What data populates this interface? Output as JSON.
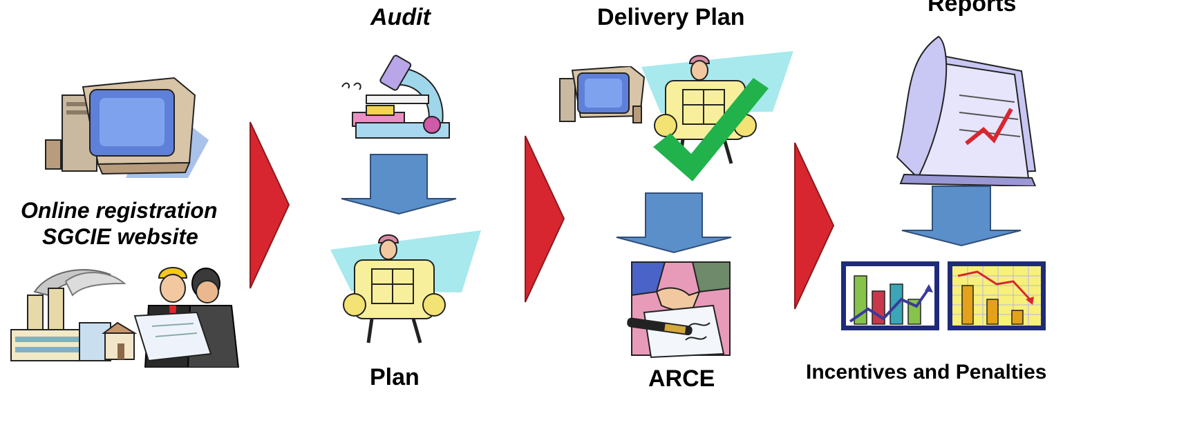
{
  "colors": {
    "chevron": "#d7262f",
    "arrow": "#5b8fc9",
    "arrow_stroke": "#2f4f7a",
    "check": "#22b24c"
  },
  "stages": [
    {
      "id": "registration",
      "caption_line1": "Online registration",
      "caption_line2": "SGCIE website",
      "icons": [
        "computer-icon",
        "factory-icon",
        "engineers-icon"
      ]
    },
    {
      "id": "audit-plan",
      "top_label": "Audit",
      "bottom_label": "Plan",
      "icons": [
        "microscope-icon",
        "down-arrow-icon",
        "blueprint-worker-icon"
      ]
    },
    {
      "id": "delivery-arce",
      "top_label": "Delivery Plan",
      "bottom_label": "ARCE",
      "icons": [
        "computer-icon",
        "blueprint-worker-icon",
        "checkmark-icon",
        "down-arrow-icon",
        "handshake-contract-icon"
      ]
    },
    {
      "id": "reports-incentives",
      "top_label": "Reports",
      "bottom_label": "Incentives and Penalties",
      "icons": [
        "reports-papers-icon",
        "down-arrow-icon",
        "rising-chart-icon",
        "falling-chart-icon"
      ]
    }
  ],
  "connectors": [
    "chevron-right-icon",
    "chevron-right-icon",
    "chevron-right-icon"
  ]
}
